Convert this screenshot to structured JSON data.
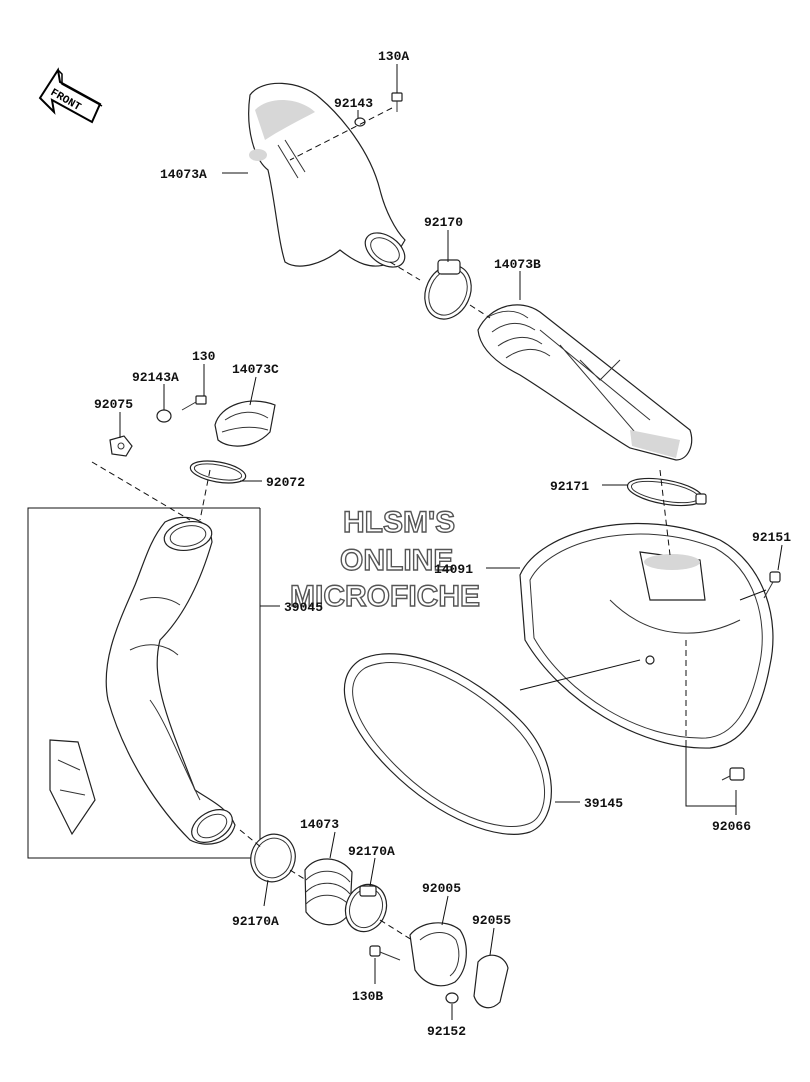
{
  "watermark": {
    "line1": "HLSM'S",
    "line2": "ONLINE",
    "line3": "MICROFICHE"
  },
  "front_arrow_label": "FRONT",
  "parts": {
    "p_130A": "130A",
    "p_92143": "92143",
    "p_14073A": "14073A",
    "p_92170": "92170",
    "p_14073B": "14073B",
    "p_130": "130",
    "p_92143A": "92143A",
    "p_14073C": "14073C",
    "p_92075": "92075",
    "p_92072": "92072",
    "p_92171": "92171",
    "p_92151": "92151",
    "p_14091": "14091",
    "p_39045": "39045",
    "p_39145": "39145",
    "p_92066": "92066",
    "p_14073": "14073",
    "p_92170A_top": "92170A",
    "p_92170A_bottom": "92170A",
    "p_92005": "92005",
    "p_92055": "92055",
    "p_130B": "130B",
    "p_92152": "92152"
  }
}
